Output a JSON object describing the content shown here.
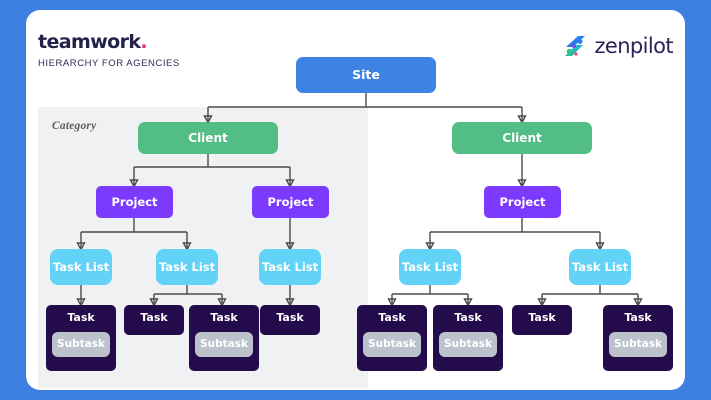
{
  "page": {
    "background_color": "#3d7fe0",
    "card_color": "#ffffff"
  },
  "header": {
    "brand_name": "teamwork",
    "brand_dot": ".",
    "subtitle": "HIERARCHY FOR AGENCIES",
    "partner_name": "zenpilot",
    "partner_icon": "zenpilot-logo-mark"
  },
  "diagram": {
    "category_label": "Category",
    "colors": {
      "site": "#3c83e3",
      "client": "#52bd84",
      "project": "#7c3aff",
      "task_list": "#63d2f7",
      "task": "#240b4b",
      "subtask": "#bcc2cc",
      "panel": "#f0f1f2",
      "connector": "#4b4b4b"
    },
    "labels": {
      "site": "Site",
      "client": "Client",
      "project": "Project",
      "task_list": "Task List",
      "task": "Task",
      "subtask": "Subtask"
    },
    "nodes": {
      "site": {
        "label": "Site"
      },
      "client_left": {
        "label": "Client"
      },
      "client_right": {
        "label": "Client"
      },
      "project_l1": {
        "label": "Project"
      },
      "project_l2": {
        "label": "Project"
      },
      "project_r1": {
        "label": "Project"
      },
      "tasklist_l1": {
        "label": "Task List"
      },
      "tasklist_l2": {
        "label": "Task List"
      },
      "tasklist_l3": {
        "label": "Task List"
      },
      "tasklist_r1": {
        "label": "Task List"
      },
      "tasklist_r2": {
        "label": "Task List"
      },
      "task_l1": {
        "label": "Task",
        "subtask": "Subtask"
      },
      "task_l2": {
        "label": "Task",
        "subtask": null
      },
      "task_l3": {
        "label": "Task",
        "subtask": "Subtask"
      },
      "task_l4": {
        "label": "Task",
        "subtask": null
      },
      "task_r1": {
        "label": "Task",
        "subtask": "Subtask"
      },
      "task_r2": {
        "label": "Task",
        "subtask": "Subtask"
      },
      "task_r3": {
        "label": "Task",
        "subtask": null
      },
      "task_r4": {
        "label": "Task",
        "subtask": "Subtask"
      }
    }
  }
}
